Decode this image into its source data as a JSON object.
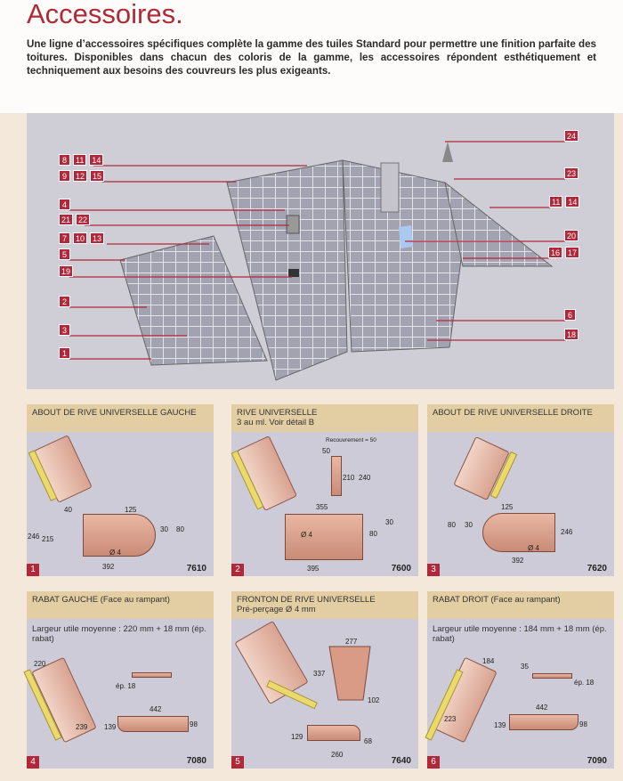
{
  "title": "Accessoires.",
  "intro": "Une ligne d’accessoires spécifiques complète la gamme des tuiles Standard pour permettre une finition parfaite des toitures. Disponibles dans chacun des coloris de la gamme, les accessoires répondent esthétiquement et techniquement aux besoins des couvreurs les plus exigeants.",
  "roof_labels": {
    "left": [
      [
        "8",
        "11",
        "14"
      ],
      [
        "9",
        "12",
        "15"
      ],
      [
        "4"
      ],
      [
        "21",
        "22"
      ],
      [
        "7",
        "10",
        "13"
      ],
      [
        "5"
      ],
      [
        "19"
      ],
      [
        "2"
      ],
      [
        "3"
      ],
      [
        "1"
      ]
    ],
    "right": [
      [
        "24"
      ],
      [
        "23"
      ],
      [
        "11",
        "14"
      ],
      [
        "20"
      ],
      [
        "16",
        "17"
      ],
      [
        "6"
      ],
      [
        "18"
      ]
    ]
  },
  "colors": {
    "accent": "#b0283a",
    "header": "#e3cea3",
    "panel": "#cccbd7"
  },
  "cards": [
    {
      "num": "1",
      "title": "ABOUT DE RIVE UNIVERSELLE GAUCHE",
      "code": "7610",
      "dims": [
        "40",
        "125",
        "246",
        "215",
        "30",
        "80",
        "Ø 4",
        "392"
      ]
    },
    {
      "num": "2",
      "title": "RIVE UNIVERSELLE",
      "subtitle": "3 au ml. Voir détail B",
      "code": "7600",
      "dims": [
        "Recouvrement = 50",
        "50",
        "210",
        "240",
        "355",
        "30",
        "Ø 4",
        "80",
        "395"
      ]
    },
    {
      "num": "3",
      "title": "ABOUT DE RIVE UNIVERSELLE DROITE",
      "code": "7620",
      "dims": [
        "125",
        "80",
        "30",
        "246",
        "Ø 4",
        "392"
      ]
    },
    {
      "num": "4",
      "title": "RABAT GAUCHE (Face au rampant)",
      "note": "Largeur utile moyenne : 220 mm + 18 mm (ép. rabat)",
      "code": "7080",
      "dims": [
        "220",
        "ép. 18",
        "442",
        "139",
        "98",
        "239"
      ]
    },
    {
      "num": "5",
      "title": "FRONTON DE RIVE UNIVERSELLE",
      "subtitle": "Pré-perçage Ø 4 mm",
      "code": "7640",
      "dims": [
        "277",
        "337",
        "102",
        "129",
        "68",
        "260"
      ]
    },
    {
      "num": "6",
      "title": "RABAT DROIT (Face au rampant)",
      "note": "Largeur utile moyenne : 184 mm + 18 mm (ép. rabat)",
      "code": "7090",
      "dims": [
        "184",
        "35",
        "ép. 18",
        "223",
        "442",
        "139",
        "98"
      ]
    }
  ]
}
